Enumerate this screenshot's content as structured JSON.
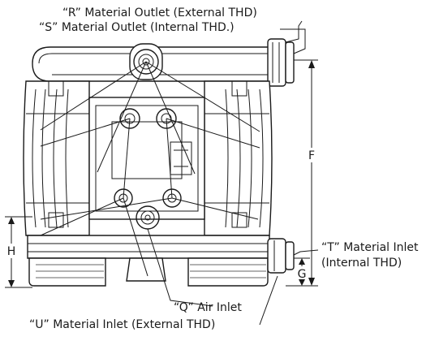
{
  "labels": {
    "r_outlet": "“R” Material Outlet (External THD)",
    "s_outlet": "“S” Material Outlet (Internal THD.)",
    "t_inlet_line1": "“T” Material Inlet",
    "t_inlet_line2": "(Internal THD)",
    "q_air": "“Q” Air Inlet",
    "u_inlet": "“U” Material Inlet (External THD)"
  },
  "dimensions": {
    "f": "F",
    "g": "G",
    "h": "H"
  }
}
